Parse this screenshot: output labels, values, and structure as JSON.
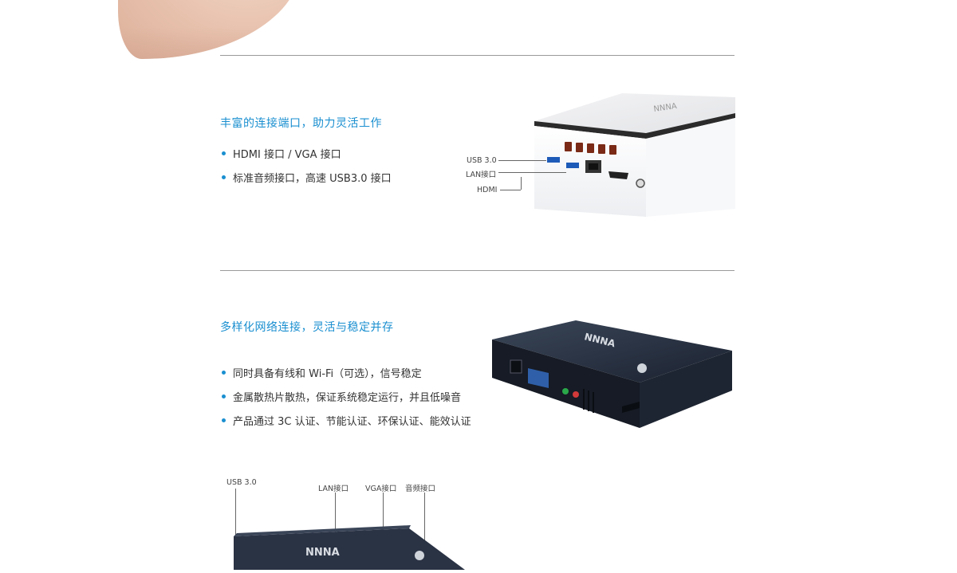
{
  "section1": {
    "title": "丰富的连接端口，助力灵活工作",
    "bullets": [
      "HDMI 接口 / VGA 接口",
      "标准音频接口，高速 USB3.0 接口"
    ],
    "callouts": {
      "usb": "USB 3.0",
      "lan": "LAN接口",
      "hdmi": "HDMI"
    }
  },
  "section2": {
    "title": "多样化网络连接，灵活与稳定并存",
    "bullets": [
      "同时具备有线和 Wi-Fi（可选），信号稳定",
      "金属散热片散热，保证系统稳定运行，并且低噪音",
      "产品通过 3C 认证、节能认证、环保认证、能效认证"
    ]
  },
  "section3": {
    "callouts": {
      "usb": "USB 3.0",
      "lan": "LAN接口",
      "vga": "VGA接口",
      "audio": "音频接口"
    }
  },
  "colors": {
    "accent": "#1a8fd0",
    "divider": "#9a9a9a",
    "text": "#333333"
  },
  "icons": [
    "bullet-dot-icon",
    "usb-port-icon",
    "lan-port-icon",
    "hdmi-port-icon",
    "vga-port-icon",
    "audio-jack-icon"
  ]
}
